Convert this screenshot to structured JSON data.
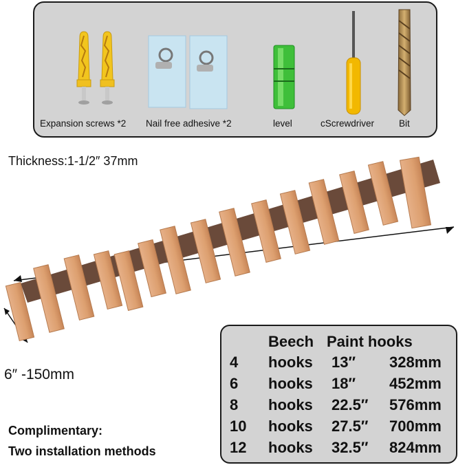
{
  "accessories": [
    {
      "label": "Expansion screws *2",
      "icon": "expansion-screw-icon"
    },
    {
      "label": "Nail free adhesive *2",
      "icon": "adhesive-hook-icon"
    },
    {
      "label": "level",
      "icon": "spirit-level-icon"
    },
    {
      "label": "cScrewdriver",
      "icon": "screwdriver-icon"
    },
    {
      "label": "Bit",
      "icon": "drill-bit-icon"
    }
  ],
  "thickness": "Thickness:1-1/2″   37mm",
  "depth": "6″ -150mm",
  "complimentary": {
    "line1": "Complimentary:",
    "line2": "Two installation methods"
  },
  "spec_table": {
    "header": [
      "Beech",
      "Paint hooks"
    ],
    "rows": [
      [
        "4",
        "hooks",
        "13″",
        "328mm"
      ],
      [
        "6",
        "hooks",
        "18″",
        "452mm"
      ],
      [
        "8",
        "hooks",
        "22.5″",
        "576mm"
      ],
      [
        "10",
        "hooks",
        "27.5″",
        "700mm"
      ],
      [
        "12",
        "hooks",
        "32.5″",
        "824mm"
      ]
    ]
  },
  "colors": {
    "panel": "#d3d3d3",
    "wood": "#e0a57a",
    "wood_dark": "#c98757",
    "rail": "#6a4a3a",
    "screw_yellow": "#f2c51e",
    "level_green": "#3fbf3a"
  }
}
